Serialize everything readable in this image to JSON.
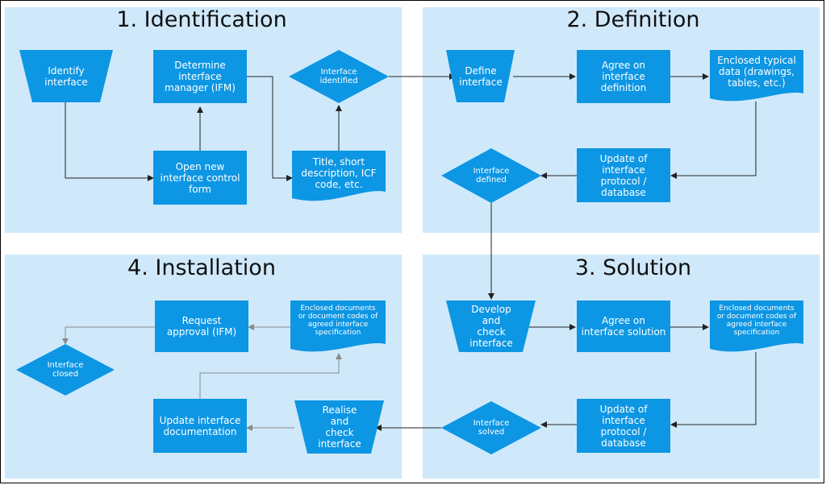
{
  "colors": {
    "panel": "#cfe9fb",
    "shape": "#0d96e3",
    "line": "#222222",
    "line_light": "#888888",
    "text": "#ffffff"
  },
  "panels": [
    {
      "id": "identification",
      "title": "1. Identification"
    },
    {
      "id": "definition",
      "title": "2. Definition"
    },
    {
      "id": "solution",
      "title": "3. Solution"
    },
    {
      "id": "installation",
      "title": "4. Installation"
    }
  ],
  "nodes": {
    "identify_interface": "Identify\ninterface",
    "determine_ifm": "Determine\ninterface\nmanager (IFM)",
    "interface_identified": "Interface\nidentified",
    "open_form": "Open new\ninterface control\nform",
    "title_desc": "Title, short\ndescription, ICF\ncode, etc.",
    "define_interface": "Define\ninterface",
    "agree_definition": "Agree on\ninterface\ndefinition",
    "enclosed_typical": "Enclosed typical\ndata (drawings,\ntables, etc.)",
    "interface_defined": "Interface\ndefined",
    "update_protocol_1": "Update of\ninterface\nprotocol /\ndatabase",
    "develop_check": "Develop\nand\ncheck\ninterface",
    "agree_solution": "Agree on\ninterface solution",
    "enclosed_docs_solution": "Enclosed documents\nor document codes of\nagreed interface\nspecification",
    "interface_solved": "Interface\nsolved",
    "update_protocol_2": "Update of\ninterface\nprotocol /\ndatabase",
    "request_approval": "Request\napproval (IFM)",
    "enclosed_docs_install": "Enclosed documents\nor document codes of\nagreed interface\nspecification",
    "interface_closed": "Interface\nclosed",
    "update_documentation": "Update interface\ndocumentation",
    "realise_check": "Realise\nand\ncheck\ninterface"
  }
}
